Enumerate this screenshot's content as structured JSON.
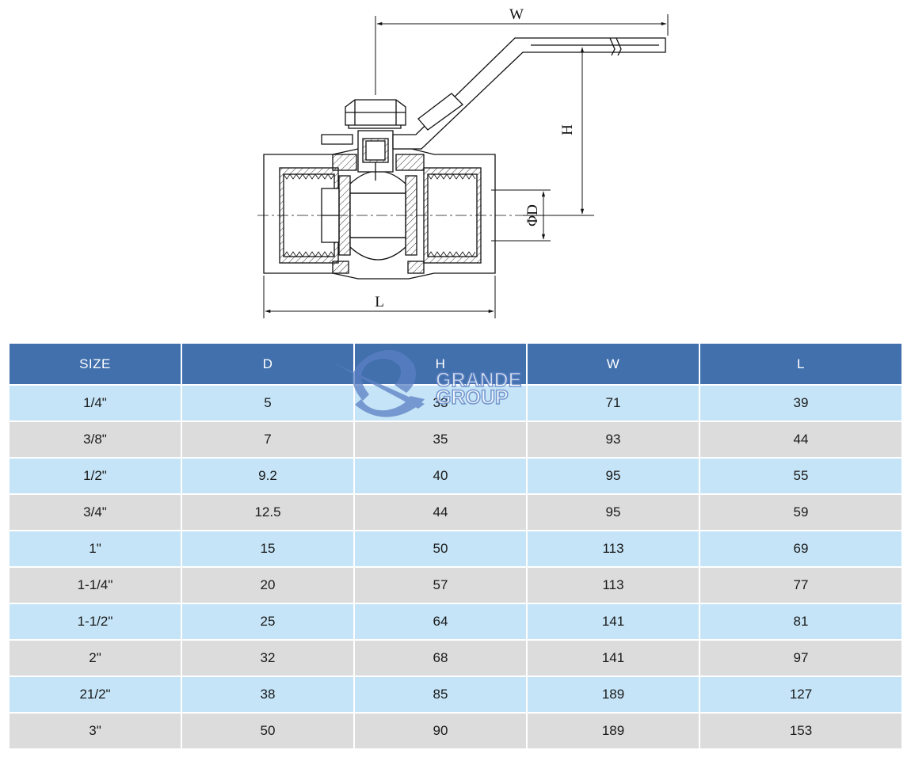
{
  "drawing": {
    "dimension_labels": {
      "w": "W",
      "h": "H",
      "d": "ΦD",
      "l": "L"
    }
  },
  "watermark": {
    "line1": "GRANDE",
    "line2": "GROUP"
  },
  "table": {
    "headers": [
      "SIZE",
      "D",
      "H",
      "W",
      "L"
    ],
    "rows": [
      [
        "1/4\"",
        "5",
        "33",
        "71",
        "39"
      ],
      [
        "3/8\"",
        "7",
        "35",
        "93",
        "44"
      ],
      [
        "1/2\"",
        "9.2",
        "40",
        "95",
        "55"
      ],
      [
        "3/4\"",
        "12.5",
        "44",
        "95",
        "59"
      ],
      [
        "1\"",
        "15",
        "50",
        "113",
        "69"
      ],
      [
        "1-1/4\"",
        "20",
        "57",
        "113",
        "77"
      ],
      [
        "1-1/2\"",
        "25",
        "64",
        "141",
        "81"
      ],
      [
        "2\"",
        "32",
        "68",
        "141",
        "97"
      ],
      [
        "21/2\"",
        "38",
        "85",
        "189",
        "127"
      ],
      [
        "3\"",
        "50",
        "90",
        "189",
        "153"
      ]
    ]
  },
  "colors": {
    "header_bg": "#4170ad",
    "row_blue": "#c5e4f7",
    "row_gray": "#dcdcdc",
    "watermark": "#5b7fc4"
  }
}
